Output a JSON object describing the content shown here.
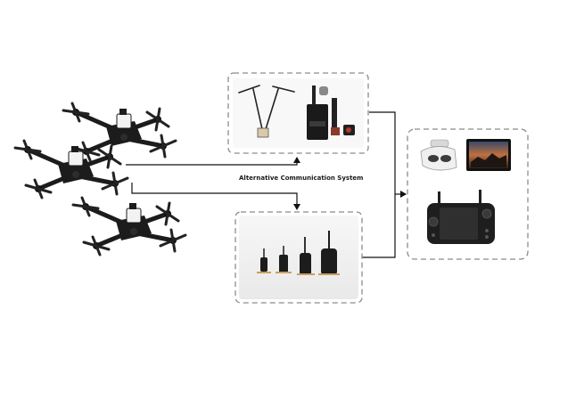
{
  "diagram": {
    "link_label": "Alternative Communication System",
    "nodes": [
      {
        "id": "drones",
        "icon": "fpv-drone-icon",
        "count": 3
      },
      {
        "id": "analog-vtx-set",
        "icons": [
          "dipole-antenna-icon",
          "video-transmitter-icon",
          "camera-module-icon"
        ]
      },
      {
        "id": "digital-link-modules",
        "icons": [
          "cylindrical-transmitter-icon"
        ],
        "count": 4
      },
      {
        "id": "ground-stations",
        "icons": [
          "fpv-goggles-icon",
          "fpv-monitor-icon",
          "handheld-ground-station-icon"
        ]
      }
    ],
    "colors": {
      "box_border": "#8c8c8c",
      "connector": "#111111",
      "drone_body": "#1c1c1c",
      "drone_accent": "#f2f2f2",
      "photo_bg": "#ececec"
    }
  }
}
